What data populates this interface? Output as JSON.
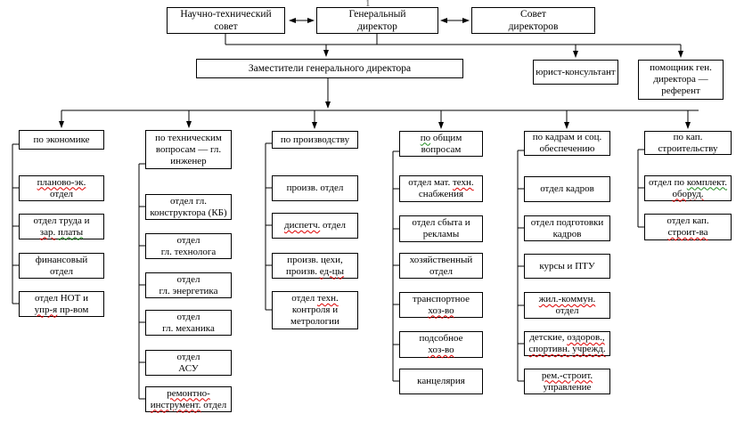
{
  "page": {
    "marker": "1"
  },
  "colors": {
    "line": "#000000",
    "box_border": "#000000",
    "background": "#ffffff",
    "squiggle_red": "#dd0000",
    "squiggle_green": "#1f8a1f"
  },
  "top_row": {
    "science_council": {
      "lines": [
        [
          {
            "t": "Научно-технический"
          }
        ],
        [
          {
            "t": "совет"
          }
        ]
      ]
    },
    "general_director": {
      "lines": [
        [
          {
            "t": "Генеральный"
          }
        ],
        [
          {
            "t": "директор"
          }
        ]
      ]
    },
    "board_of_directors": {
      "lines": [
        [
          {
            "t": "Совет"
          }
        ],
        [
          {
            "t": "директоров"
          }
        ]
      ]
    }
  },
  "second_row": {
    "deputies": {
      "lines": [
        [
          {
            "t": "Заместители генерального директора"
          }
        ]
      ]
    },
    "legal_counsel": {
      "lines": [
        [
          {
            "t": "юрист-консультант"
          }
        ]
      ]
    },
    "assistant_referent": {
      "lines": [
        [
          {
            "t": "помощник ген."
          }
        ],
        [
          {
            "t": "директора —"
          }
        ],
        [
          {
            "t": "референт"
          }
        ]
      ]
    }
  },
  "columns": [
    {
      "id": "economy",
      "header": {
        "lines": [
          [
            {
              "t": "по экономике"
            }
          ]
        ]
      },
      "items": [
        {
          "lines": [
            [
              {
                "t": "планово-эк.",
                "u": "red"
              }
            ],
            [
              {
                "t": "отдел"
              }
            ]
          ]
        },
        {
          "lines": [
            [
              {
                "t": "отдел труда и"
              }
            ],
            [
              {
                "t": "зар.",
                "u": "red"
              },
              {
                "t": " "
              },
              {
                "t": "платы",
                "u": "green"
              }
            ]
          ]
        },
        {
          "lines": [
            [
              {
                "t": "финансовый"
              }
            ],
            [
              {
                "t": "отдел"
              }
            ]
          ]
        },
        {
          "lines": [
            [
              {
                "t": "отдел НОТ и"
              }
            ],
            [
              {
                "t": "упр-я",
                "u": "red"
              },
              {
                "t": " пр-вом"
              }
            ]
          ]
        }
      ]
    },
    {
      "id": "technical",
      "header": {
        "lines": [
          [
            {
              "t": "по техническим"
            }
          ],
          [
            {
              "t": "вопросам — гл."
            }
          ],
          [
            {
              "t": "инженер"
            }
          ]
        ]
      },
      "items": [
        {
          "lines": [
            [
              {
                "t": "отдел гл."
              }
            ],
            [
              {
                "t": "конструктора (КБ)"
              }
            ]
          ]
        },
        {
          "lines": [
            [
              {
                "t": "отдел"
              }
            ],
            [
              {
                "t": "гл. технолога"
              }
            ]
          ]
        },
        {
          "lines": [
            [
              {
                "t": "отдел"
              }
            ],
            [
              {
                "t": "гл. энергетика"
              }
            ]
          ]
        },
        {
          "lines": [
            [
              {
                "t": "отдел"
              }
            ],
            [
              {
                "t": "гл. механика"
              }
            ]
          ]
        },
        {
          "lines": [
            [
              {
                "t": "отдел"
              }
            ],
            [
              {
                "t": "АСУ"
              }
            ]
          ]
        },
        {
          "lines": [
            [
              {
                "t": "ремонтно-",
                "u": "red"
              }
            ],
            [
              {
                "t": "инструмент.",
                "u": "red"
              },
              {
                "t": " отдел"
              }
            ]
          ]
        }
      ]
    },
    {
      "id": "production",
      "header": {
        "lines": [
          [
            {
              "t": "по производству"
            }
          ]
        ]
      },
      "items": [
        {
          "lines": [
            [
              {
                "t": "произв. отдел"
              }
            ]
          ]
        },
        {
          "lines": [
            [
              {
                "t": "диспетч.",
                "u": "red"
              },
              {
                "t": " отдел"
              }
            ]
          ]
        },
        {
          "lines": [
            [
              {
                "t": "произв. цехи,"
              }
            ],
            [
              {
                "t": "произв. "
              },
              {
                "t": "ед-цы",
                "u": "red"
              }
            ]
          ]
        },
        {
          "lines": [
            [
              {
                "t": "отдел "
              },
              {
                "t": "техн.",
                "u": "red"
              }
            ],
            [
              {
                "t": "контроля и"
              }
            ],
            [
              {
                "t": "метрологии"
              }
            ]
          ]
        }
      ]
    },
    {
      "id": "general-affairs",
      "header": {
        "lines": [
          [
            {
              "t": "по",
              "u": "green"
            },
            {
              "t": " общим"
            }
          ],
          [
            {
              "t": "вопросам"
            }
          ]
        ]
      },
      "items": [
        {
          "lines": [
            [
              {
                "t": "отдел мат. "
              },
              {
                "t": "техн.",
                "u": "red"
              }
            ],
            [
              {
                "t": "снабжения"
              }
            ]
          ]
        },
        {
          "lines": [
            [
              {
                "t": "отдел сбыта и"
              }
            ],
            [
              {
                "t": "рекламы"
              }
            ]
          ]
        },
        {
          "lines": [
            [
              {
                "t": "хозяйственный"
              }
            ],
            [
              {
                "t": "отдел"
              }
            ]
          ]
        },
        {
          "lines": [
            [
              {
                "t": "транспортное"
              }
            ],
            [
              {
                "t": "хоз-во",
                "u": "red"
              }
            ]
          ]
        },
        {
          "lines": [
            [
              {
                "t": "подсобное"
              }
            ],
            [
              {
                "t": "хоз-во",
                "u": "red"
              }
            ]
          ]
        },
        {
          "lines": [
            [
              {
                "t": "канцелярия"
              }
            ]
          ]
        }
      ]
    },
    {
      "id": "personnel",
      "header": {
        "lines": [
          [
            {
              "t": "по кадрам и соц."
            }
          ],
          [
            {
              "t": "обеспечению"
            }
          ]
        ]
      },
      "items": [
        {
          "lines": [
            [
              {
                "t": "отдел кадров"
              }
            ]
          ]
        },
        {
          "lines": [
            [
              {
                "t": "отдел подготовки"
              }
            ],
            [
              {
                "t": "кадров"
              }
            ]
          ]
        },
        {
          "lines": [
            [
              {
                "t": "курсы и ПТУ"
              }
            ]
          ]
        },
        {
          "lines": [
            [
              {
                "t": "жил.-коммун.",
                "u": "red"
              }
            ],
            [
              {
                "t": "отдел"
              }
            ]
          ]
        },
        {
          "lines": [
            [
              {
                "t": "детские, "
              },
              {
                "t": "оздоров.,",
                "u": "red"
              }
            ],
            [
              {
                "t": "спортивн.",
                "u": "red"
              },
              {
                "t": " "
              },
              {
                "t": "учрежд.",
                "u": "red"
              }
            ]
          ]
        },
        {
          "lines": [
            [
              {
                "t": "рем.-строит.",
                "u": "red"
              }
            ],
            [
              {
                "t": "управление"
              }
            ]
          ]
        }
      ]
    },
    {
      "id": "construction",
      "header": {
        "lines": [
          [
            {
              "t": "по кап."
            }
          ],
          [
            {
              "t": "строительству"
            }
          ]
        ]
      },
      "items": [
        {
          "lines": [
            [
              {
                "t": "отдел по "
              },
              {
                "t": "комплект.",
                "u": "green"
              }
            ],
            [
              {
                "t": "оборуд.",
                "u": "red"
              }
            ]
          ]
        },
        {
          "lines": [
            [
              {
                "t": "отдел кап."
              }
            ],
            [
              {
                "t": "строит-ва",
                "u": "red"
              }
            ]
          ]
        }
      ]
    }
  ]
}
